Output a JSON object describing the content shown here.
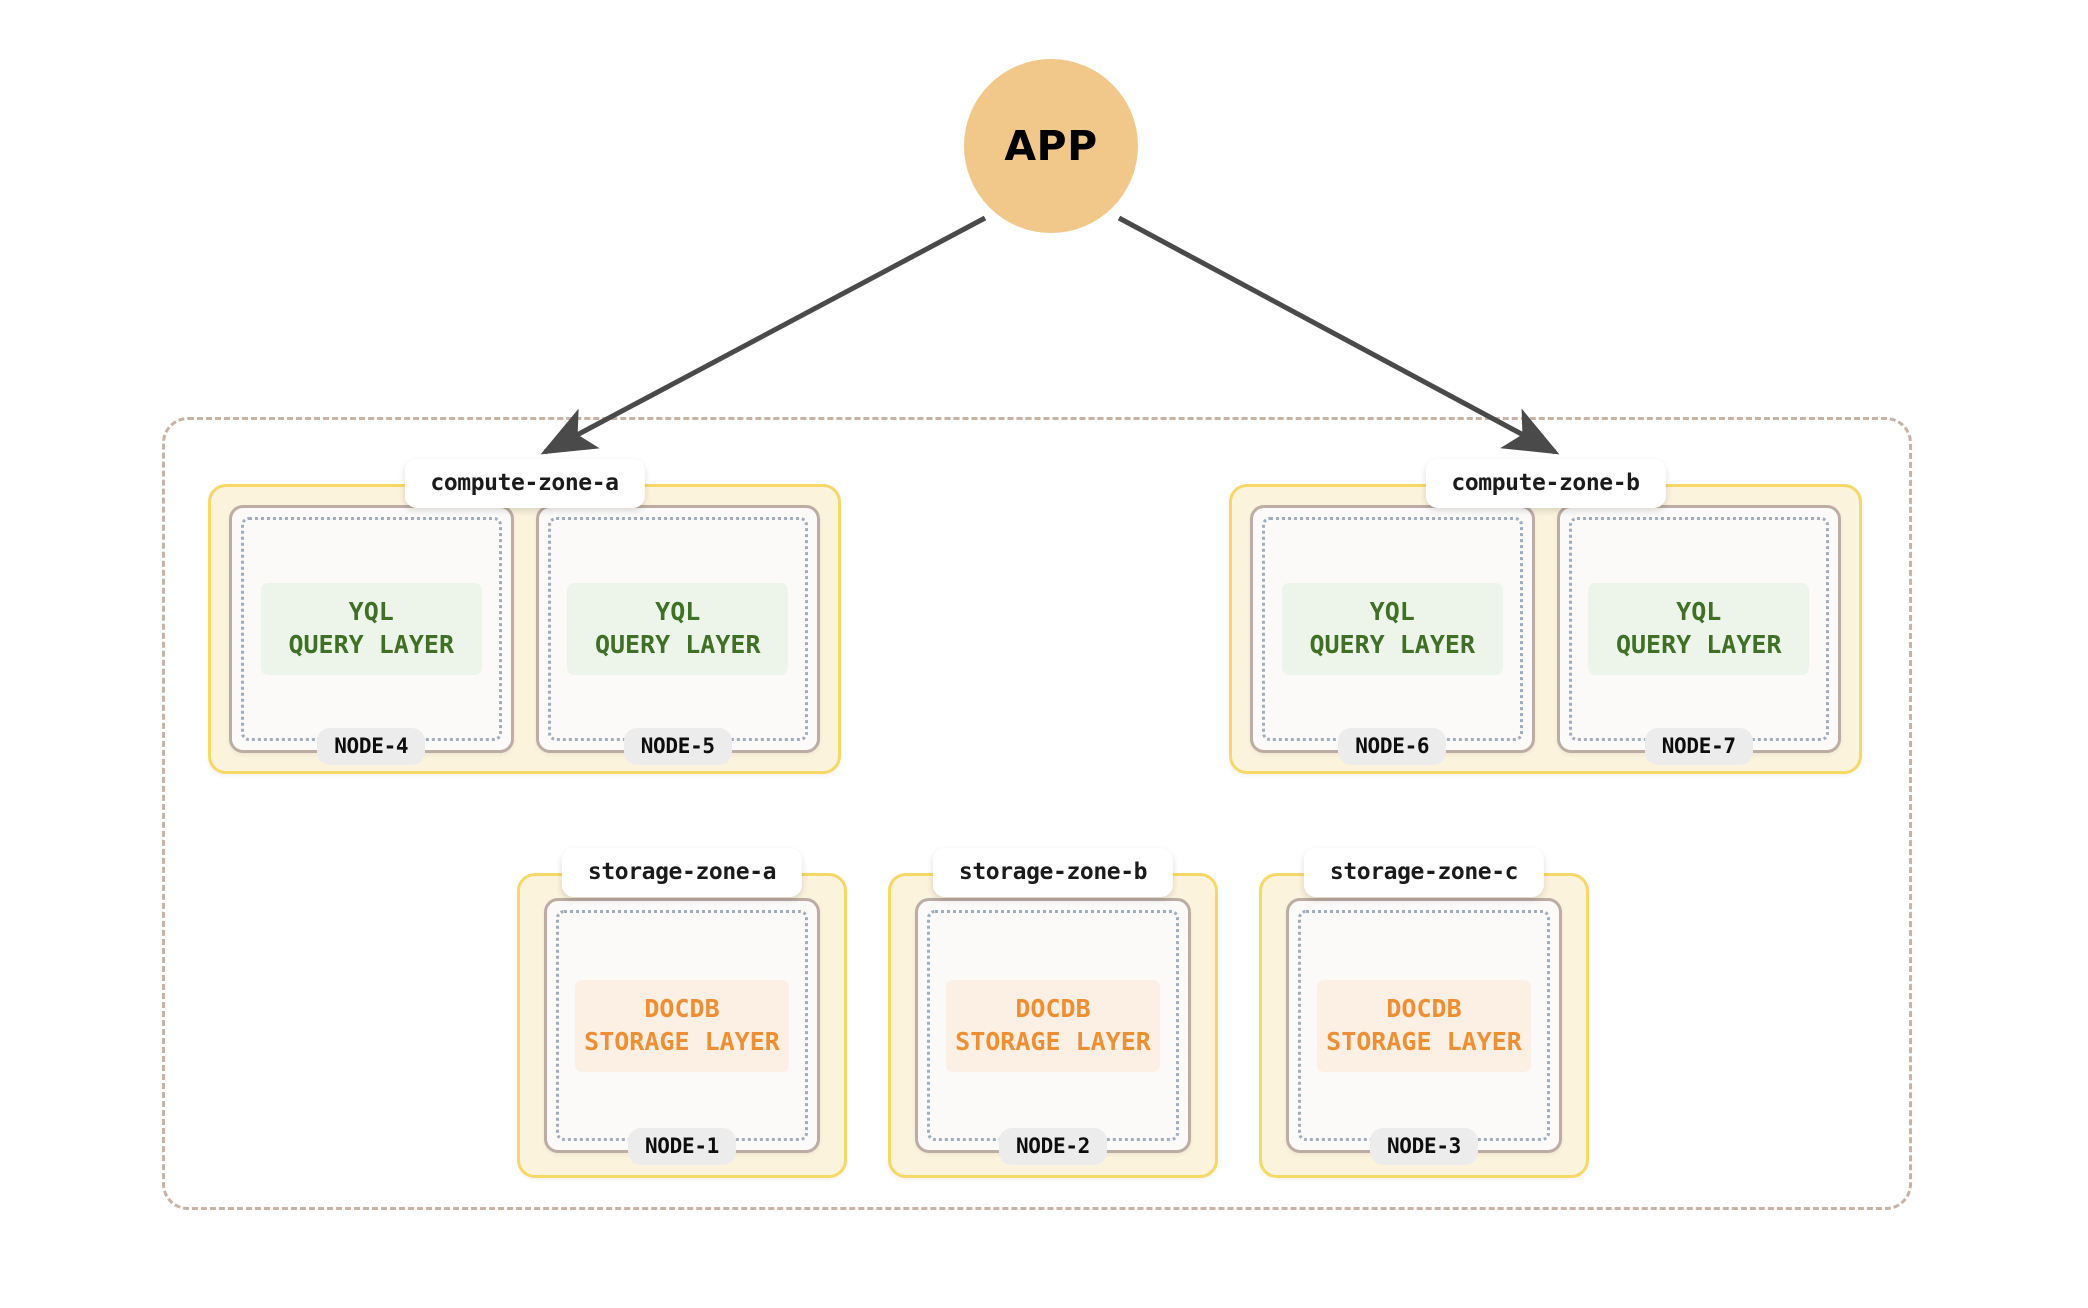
{
  "diagram": {
    "title": "APP",
    "app_node": {
      "label": "APP",
      "color": "#f2c88a",
      "shape": "circle"
    },
    "region": {
      "border_color": "#c9b3a4",
      "style": "dashed"
    },
    "connectors": [
      {
        "from": "APP",
        "to": "compute-zone-a",
        "color": "#4a4a4a"
      },
      {
        "from": "APP",
        "to": "compute-zone-b",
        "color": "#4a4a4a"
      }
    ],
    "zone_style": {
      "fill": "#fbf3dc",
      "border": "#f7d867"
    },
    "node_style": {
      "fill": "#fbfaf8",
      "border": "#bdaca3",
      "dotted_border": "#9fadbd"
    },
    "compute_zones": [
      {
        "label": "compute-zone-a",
        "nodes": [
          {
            "badge": "NODE-4",
            "layer_line1": "YQL",
            "layer_line2": "QUERY LAYER",
            "layer_type": "yql",
            "band_fill": "#edf5ea",
            "text_color": "#3f7026"
          },
          {
            "badge": "NODE-5",
            "layer_line1": "YQL",
            "layer_line2": "QUERY LAYER",
            "layer_type": "yql",
            "band_fill": "#edf5ea",
            "text_color": "#3f7026"
          }
        ]
      },
      {
        "label": "compute-zone-b",
        "nodes": [
          {
            "badge": "NODE-6",
            "layer_line1": "YQL",
            "layer_line2": "QUERY LAYER",
            "layer_type": "yql",
            "band_fill": "#edf5ea",
            "text_color": "#3f7026"
          },
          {
            "badge": "NODE-7",
            "layer_line1": "YQL",
            "layer_line2": "QUERY LAYER",
            "layer_type": "yql",
            "band_fill": "#edf5ea",
            "text_color": "#3f7026"
          }
        ]
      }
    ],
    "storage_zones": [
      {
        "label": "storage-zone-a",
        "nodes": [
          {
            "badge": "NODE-1",
            "layer_line1": "DOCDB",
            "layer_line2": "STORAGE LAYER",
            "layer_type": "docdb",
            "band_fill": "#fcf0e4",
            "text_color": "#ef8f33"
          }
        ]
      },
      {
        "label": "storage-zone-b",
        "nodes": [
          {
            "badge": "NODE-2",
            "layer_line1": "DOCDB",
            "layer_line2": "STORAGE LAYER",
            "layer_type": "docdb",
            "band_fill": "#fcf0e4",
            "text_color": "#ef8f33"
          }
        ]
      },
      {
        "label": "storage-zone-c",
        "nodes": [
          {
            "badge": "NODE-3",
            "layer_line1": "DOCDB",
            "layer_line2": "STORAGE LAYER",
            "layer_type": "docdb",
            "band_fill": "#fcf0e4",
            "text_color": "#ef8f33"
          }
        ]
      }
    ]
  }
}
